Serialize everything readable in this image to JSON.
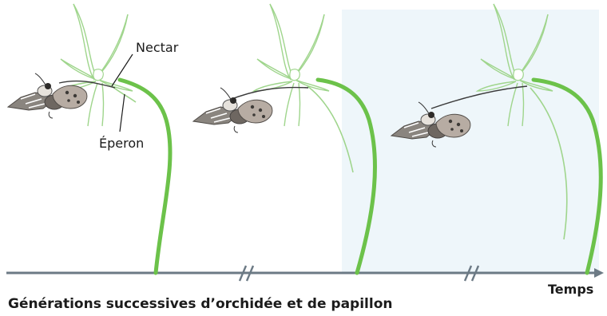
{
  "labels": {
    "nectar": "Nectar",
    "eperon": "Éperon",
    "temps": "Temps"
  },
  "caption": "Générations successives d’orchidée et de papillon",
  "colors": {
    "stem": "#6cc24a",
    "petal_stroke": "#8fcf7a",
    "axis": "#6c7a85",
    "moth_wing": "#a79a90",
    "moth_body": "#575452",
    "proboscis": "#3a3a3a",
    "panel_bg": "#eef6fa"
  },
  "icons": {
    "flower": "orchid-flower-outline",
    "moth": "moth-illustration"
  },
  "generations": [
    {
      "label": "generation-1"
    },
    {
      "label": "generation-2"
    },
    {
      "label": "generation-3"
    }
  ]
}
